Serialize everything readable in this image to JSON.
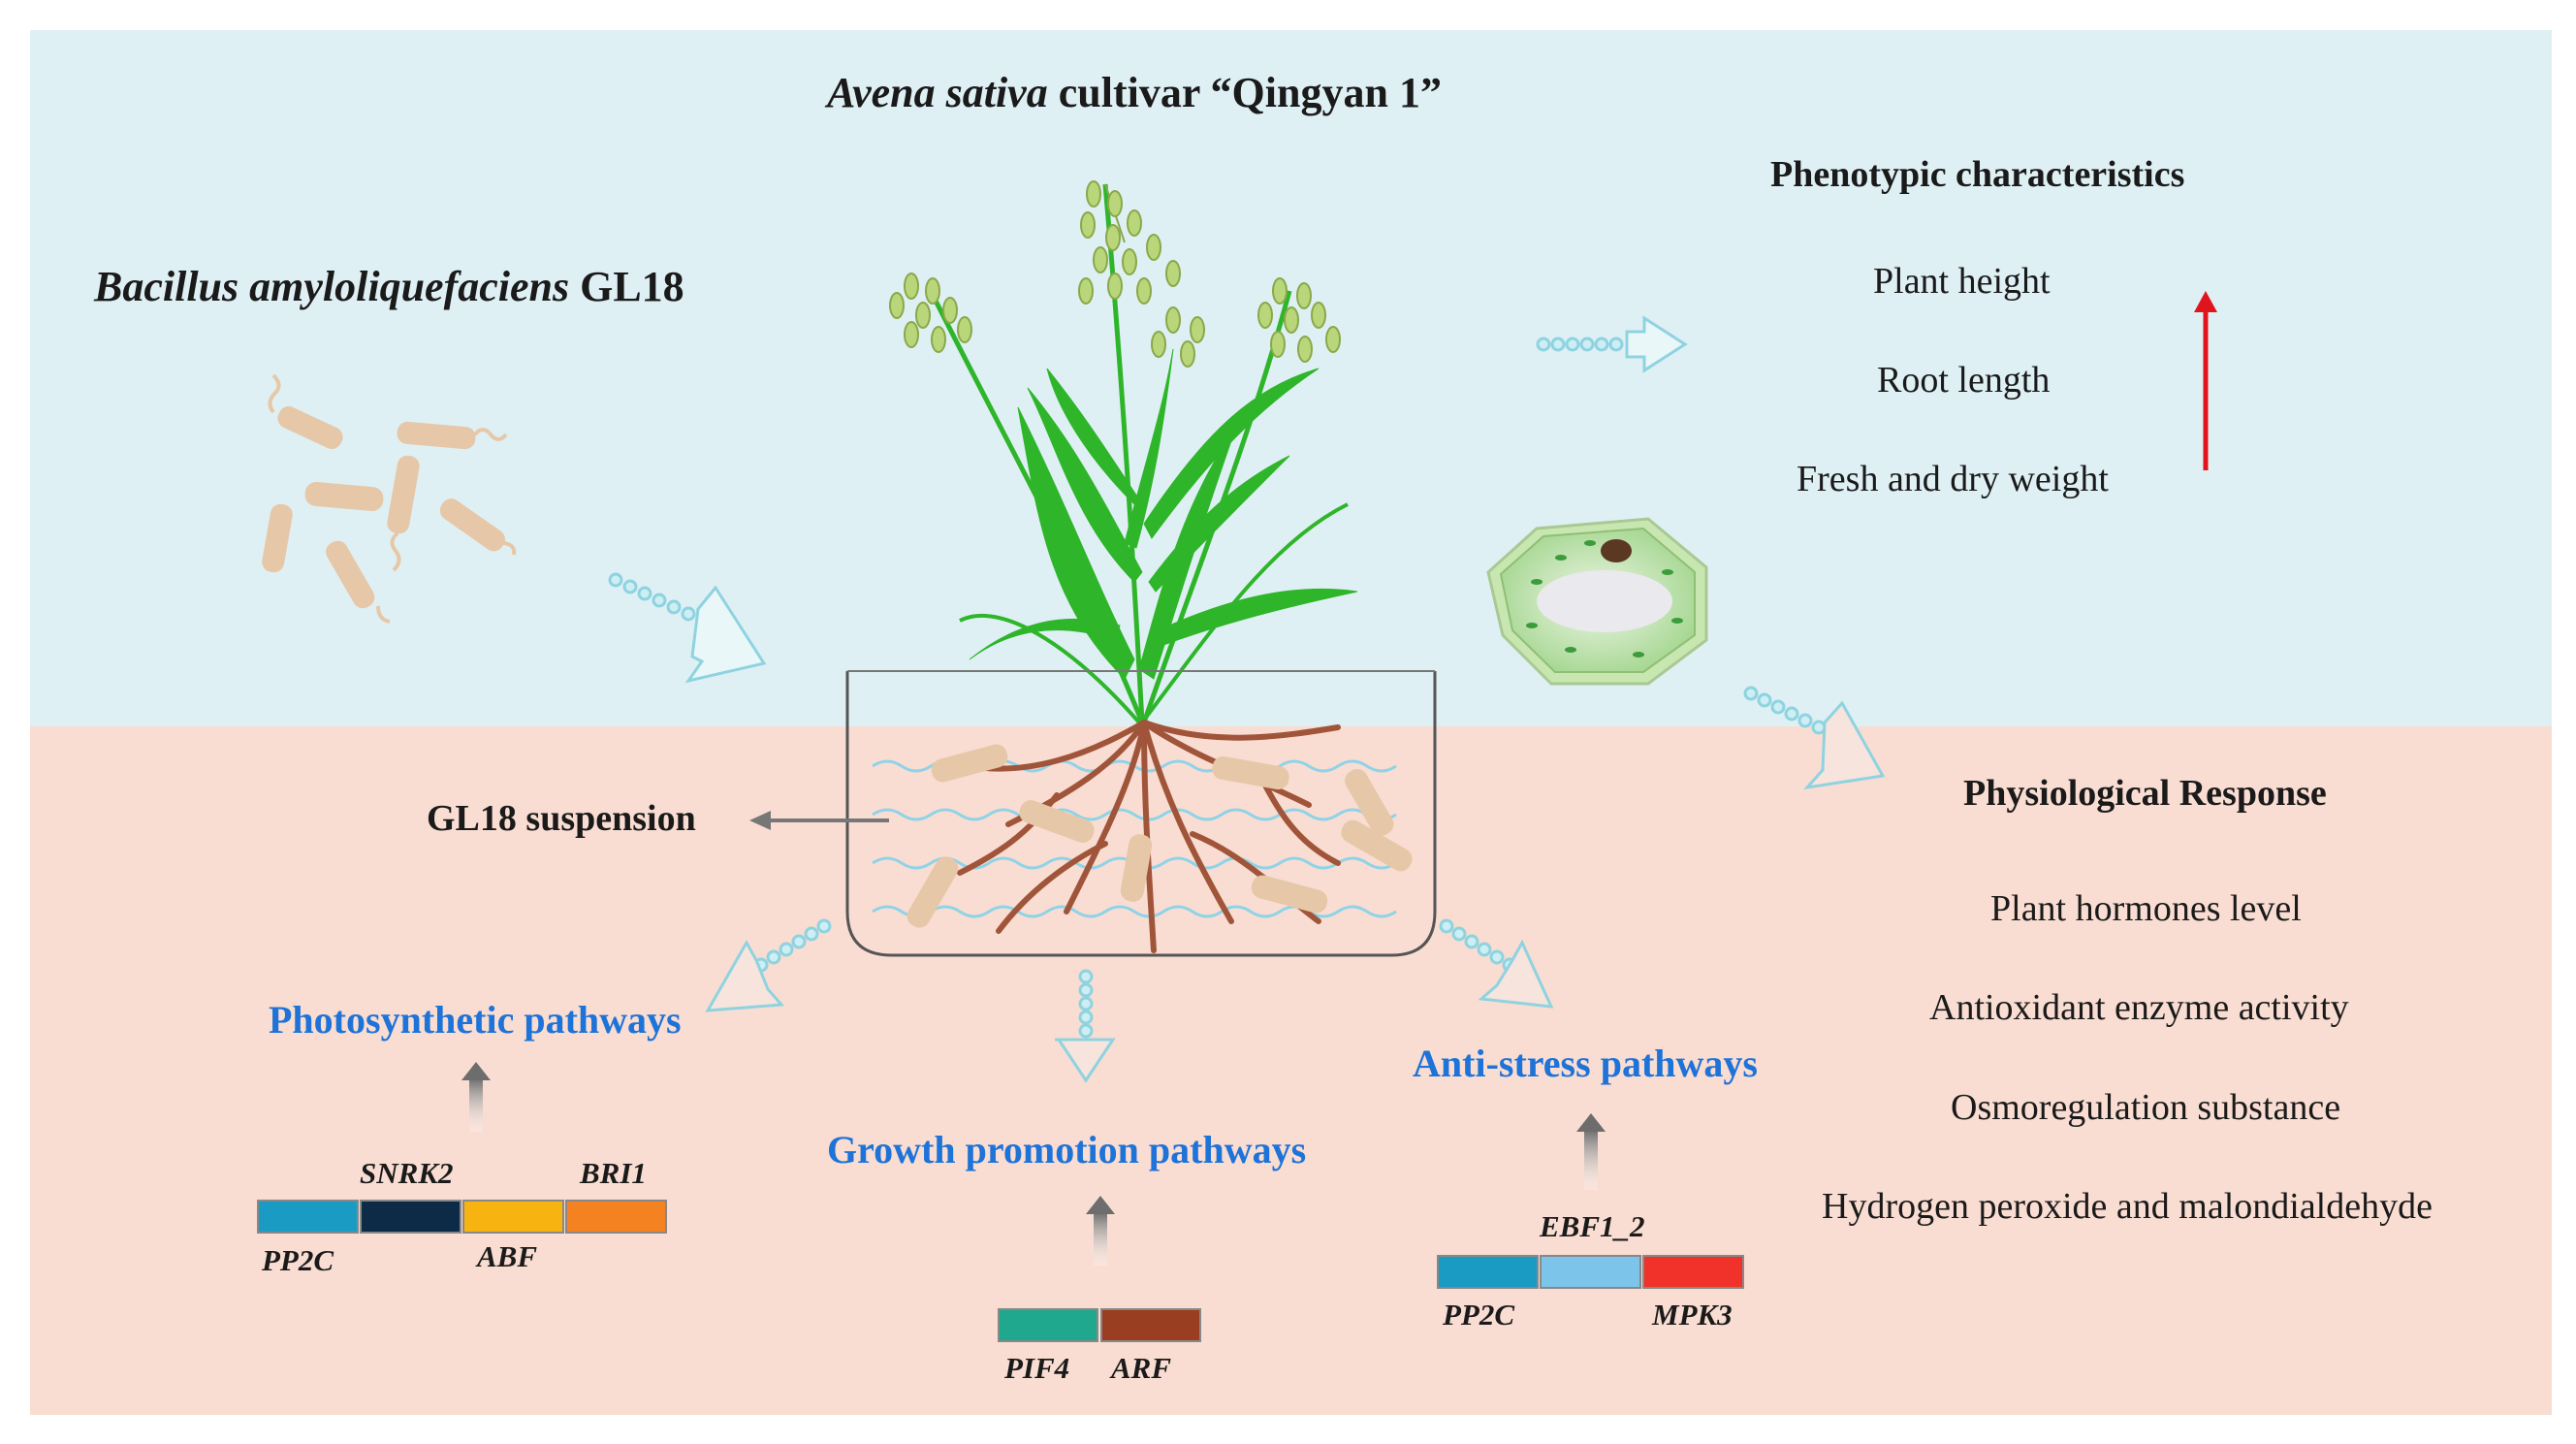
{
  "colors": {
    "top_bg": "#dff0f5",
    "bottom_bg": "#f9ddd2",
    "pathway_title": "#1e73d8",
    "increase_arrow": "#e0141c",
    "plant_green": "#2fb52a",
    "root_brown": "#a0553a",
    "bacteria_tan": "#e6c8a8",
    "water_blue": "#8fd3e8"
  },
  "title": {
    "species": "Avena sativa",
    "rest": " cultivar “Qingyan 1”"
  },
  "bacillus": {
    "species": "Bacillus amyloliquefaciens",
    "strain": " GL18"
  },
  "suspension_label": "GL18 suspension",
  "phenotypic": {
    "title": "Phenotypic characteristics",
    "items": [
      "Plant height",
      "Root length",
      "Fresh and dry weight"
    ],
    "trend_icon": "red-up-arrow"
  },
  "physiological": {
    "title": "Physiological Response",
    "items": [
      "Plant hormones level",
      "Antioxidant enzyme activity",
      "Osmoregulation substance",
      "Hydrogen peroxide and malondialdehyde"
    ]
  },
  "pathways": {
    "photosynthetic": {
      "title": "Photosynthetic pathways",
      "genes_top": [
        "SNRK2",
        "BRI1"
      ],
      "genes_bottom": [
        "PP2C",
        "ABF"
      ],
      "gene_colors": [
        "#1a9bc4",
        "#0d2a47",
        "#f7b30f",
        "#f58220"
      ]
    },
    "growth": {
      "title": "Growth promotion pathways",
      "genes_bottom": [
        "PIF4",
        "ARF"
      ],
      "gene_colors": [
        "#1fa88e",
        "#9a3e22"
      ]
    },
    "antistress": {
      "title": "Anti-stress pathways",
      "genes_top": [
        "EBF1_2"
      ],
      "genes_bottom": [
        "PP2C",
        "MPK3"
      ],
      "gene_colors": [
        "#1a9bc4",
        "#7cc4ea",
        "#f0322a"
      ]
    }
  }
}
